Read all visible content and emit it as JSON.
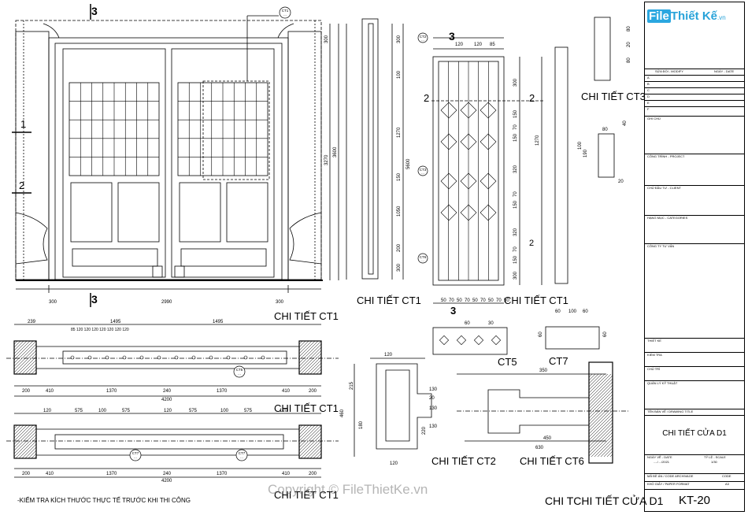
{
  "logo": {
    "file": "File",
    "name": "Thiết Kế",
    "domain": ".vn"
  },
  "watermark": "Copyright © FileThietKe.vn",
  "sections": {
    "ct1": "CHI TIẾT CT1",
    "ct2": "CHI TIẾT CT2",
    "ct3": "CHI TIẾT CT3",
    "ct5": "CT5",
    "ct6": "CHI TIẾT CT6",
    "ct7": "CT7",
    "main_title": "CHI TCHI TIẾT CỬA D1"
  },
  "callouts": {
    "ct1": "CT1",
    "ct2": "CT2",
    "ct3": "CT3",
    "ct5": "CT5",
    "ct6": "CT6",
    "ct7": "CT7",
    "dots": "..."
  },
  "markers": {
    "m1": "1",
    "m2": "2",
    "m3": "3"
  },
  "note": "-KIỂM TRA KÍCH THƯỚC THỰC TẾ TRƯỚC KHI THI CÔNG",
  "dimensions": {
    "elev_bottom": [
      "300",
      "2990",
      "300"
    ],
    "elev_right": [
      "300",
      "3270",
      "3600"
    ],
    "plan1_top": [
      "239",
      "1495",
      "1495"
    ],
    "plan1_top_small": "85 120 120 120 120 120 120 120",
    "plan1_bottom": [
      "200",
      "410",
      "1370",
      "240",
      "1370",
      "410",
      "200"
    ],
    "plan_total": "4200",
    "plan2_top": [
      "120",
      "575",
      "100",
      "575",
      "120",
      "575",
      "100",
      "575",
      "120"
    ],
    "side_left": [
      "300",
      "100",
      "1270",
      "5600",
      "150",
      "1050",
      "200",
      "300"
    ],
    "panel_top": [
      "120",
      "120",
      "85"
    ],
    "panel_right": [
      "300",
      "150",
      "70",
      "150",
      "320",
      "70",
      "150",
      "320",
      "70",
      "150",
      "300"
    ],
    "panel_far": [
      "1270",
      "2"
    ],
    "panel_bottom": [
      "50",
      "70",
      "50",
      "70",
      "50",
      "70",
      "50",
      "70",
      "50"
    ],
    "ct5_top": [
      "60",
      "30"
    ],
    "ct7_top": [
      "60",
      "100",
      "60"
    ],
    "ct7_side": [
      "60",
      "60"
    ],
    "ct2_dims": [
      "215",
      "120",
      "130",
      "20",
      "460",
      "180",
      "130",
      "220",
      "120",
      "130"
    ],
    "ct6_dims": [
      "350",
      "450",
      "630"
    ],
    "ct3_dims": [
      "80",
      "20",
      "80",
      "190",
      "40",
      "80",
      "100",
      "20"
    ]
  },
  "title_block": {
    "revision_header": [
      "SỬA ĐỔI - MODIFY",
      "NGÀY - DATE"
    ],
    "revision_rows": [
      "A",
      "B",
      "C",
      "D",
      "E",
      "F"
    ],
    "rows": [
      "GHI CHÚ",
      "CÔNG TRÌNH - PROJECT",
      "CHỦ ĐẦU TƯ - CLIENT",
      "HẠNG MỤC - CATEGORIES",
      "CÔNG TY TƯ VẤN",
      "THIẾT KẾ",
      "KIỂM TRA",
      "CHỦ TRÌ",
      "QUẢN LÝ KỸ THUẬT",
      "TÊN BẢN VẼ / DRAWING TITLE"
    ],
    "drawing_title": "CHI TIẾT CỬA D1",
    "date_label": "NGÀY VẼ - DATE",
    "date_value": "..../..../2021",
    "scale_label": "TỶ LỆ - SCALE",
    "scale_value": "1/30",
    "archive_label": "MÃ ĐỀ ÁN / CODE ARCHIVAGE",
    "code_label": "CODE",
    "format_label": "KHỔ GIẤY / PAPER FORMAT",
    "format_value": "A3",
    "sheet": "KT-20"
  }
}
